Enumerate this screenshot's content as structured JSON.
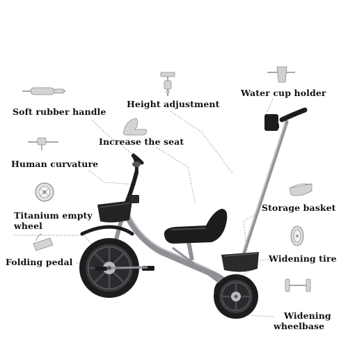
{
  "labels": {
    "soft_rubber_handle": "Soft rubber handle",
    "human_curvature": "Human curvature",
    "titanium_line1": "Titanium empty",
    "titanium_line2": "wheel",
    "folding_pedal": "Folding pedal",
    "height_adjustment": "Height adjustment",
    "increase_seat": "Increase the seat",
    "water_cup_holder": "Water cup holder",
    "storage_basket": "Storage basket",
    "widening_tire": "Widening tire",
    "widening_wheelbase_line1": "Widening",
    "widening_wheelbase_line2": "wheelbase"
  },
  "colors": {
    "frame": "#8f9196",
    "dark": "#1c1c1e",
    "icon": "#9a9a9a",
    "line": "#8a8a8a",
    "text": "#111111"
  },
  "icons": [
    "handle-grip-icon",
    "height-clamp-icon",
    "cup-holder-icon",
    "seat-icon",
    "curved-bar-icon",
    "wheel-icon",
    "basket-icon",
    "pedal-icon",
    "tire-icon",
    "axle-icon"
  ]
}
